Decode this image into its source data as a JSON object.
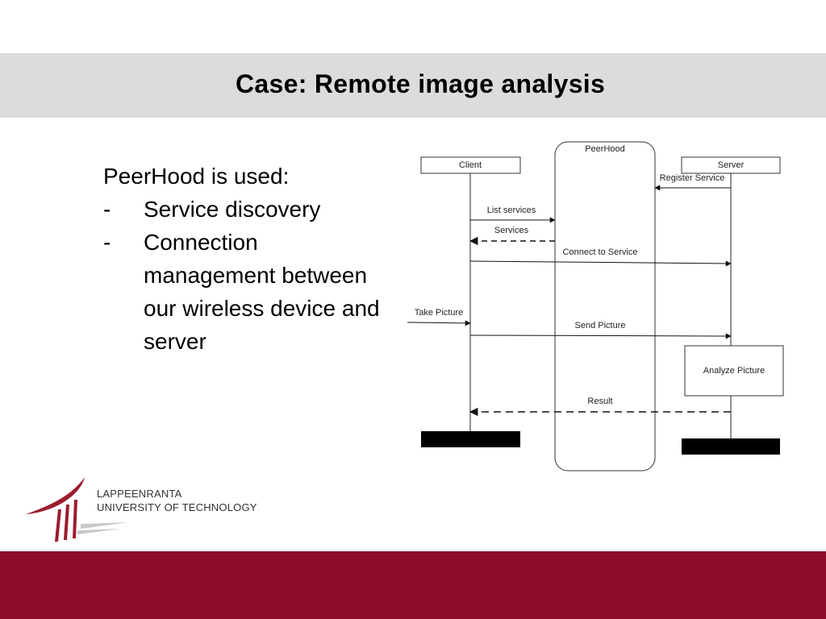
{
  "slide": {
    "title": "Case: Remote image analysis",
    "intro": "PeerHood is used:",
    "bullets": [
      {
        "dash": "-",
        "text": "Service discovery"
      },
      {
        "dash": "-",
        "text": "Connection management between our wireless device and server"
      }
    ]
  },
  "diagram": {
    "participants": {
      "client": "Client",
      "peerhood": "PeerHood",
      "server": "Server"
    },
    "messages": {
      "register_service": "Register Service",
      "list_services": "List services",
      "services": "Services",
      "connect_to_service": "Connect to Service",
      "take_picture": "Take Picture",
      "send_picture": "Send Picture",
      "analyze_picture": "Analyze Picture",
      "result": "Result"
    }
  },
  "logo": {
    "line1": "LAPPEENRANTA",
    "line2": "UNIVERSITY OF TECHNOLOGY"
  },
  "colors": {
    "title_band": "#dcdcdc",
    "footer_band": "#8c0c2a",
    "logo_red": "#9b1c2e"
  }
}
